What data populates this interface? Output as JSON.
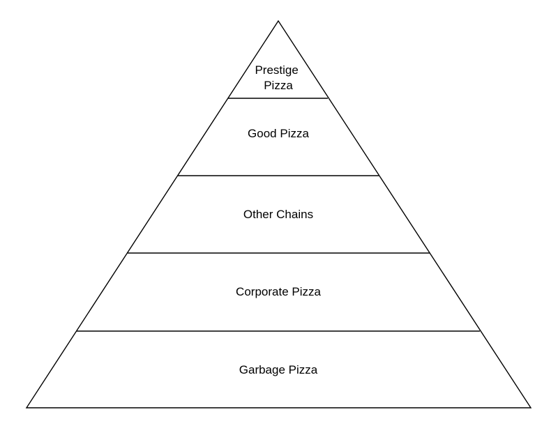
{
  "diagram": {
    "type": "pyramid",
    "tiers_top_to_bottom": [
      {
        "label_lines": [
          "Prestige",
          "Pizza"
        ]
      },
      {
        "label_lines": [
          "Good Pizza"
        ]
      },
      {
        "label_lines": [
          "Other Chains"
        ]
      },
      {
        "label_lines": [
          "Corporate Pizza"
        ]
      },
      {
        "label_lines": [
          "Garbage Pizza"
        ]
      }
    ]
  }
}
